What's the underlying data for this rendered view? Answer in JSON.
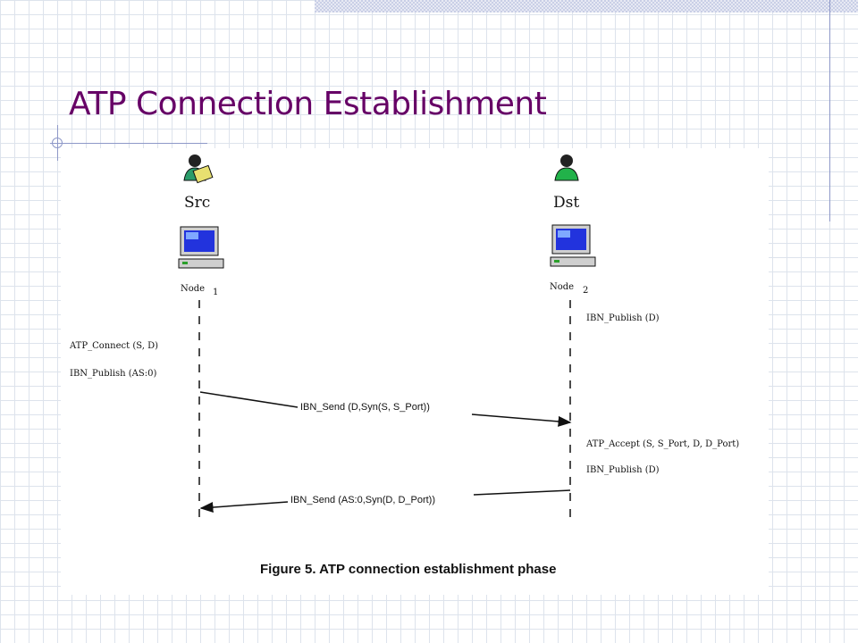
{
  "slide": {
    "title": "ATP Connection Establishment"
  },
  "figure": {
    "src_label": "Src",
    "dst_label": "Dst",
    "src_node_label": "Node",
    "src_node_number": "1",
    "dst_node_label": "Node",
    "dst_node_number": "2",
    "annotations": {
      "dst_publish": "IBN_Publish (D)",
      "src_connect": "ATP_Connect (S, D)",
      "src_publish": "IBN_Publish (AS:0)",
      "dst_accept": "ATP_Accept (S, S_Port, D, D_Port)",
      "dst_publish_2": "IBN_Publish (D)"
    },
    "messages": {
      "send_1": "IBN_Send (D,Syn(S, S_Port))",
      "send_2": "IBN_Send (AS:0,Syn(D, D_Port))"
    },
    "caption": "Figure 5. ATP connection establishment phase"
  },
  "colors": {
    "title": "#660066",
    "accent_lines": "#8e98c8",
    "monitor_screen": "#2233dd"
  }
}
